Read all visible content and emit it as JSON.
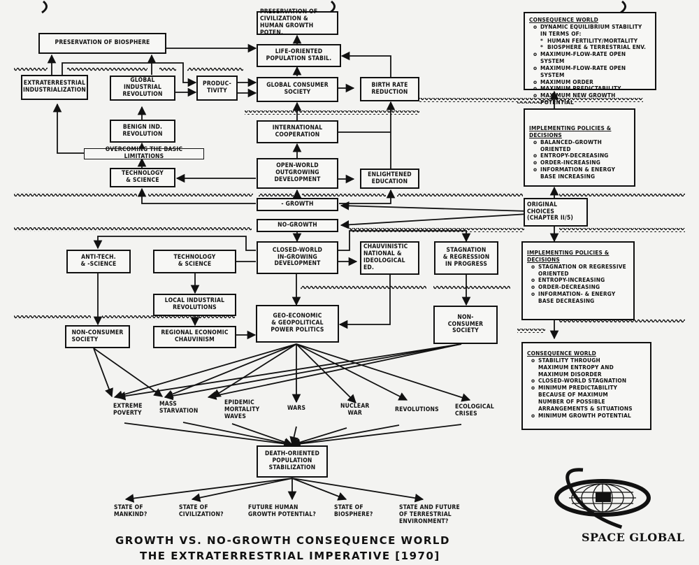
{
  "title": {
    "line1": "GROWTH VS. NO-GROWTH CONSEQUENCE WORLD",
    "line2": "THE EXTRATERRESTRIAL IMPERATIVE [1970]"
  },
  "brand": {
    "name": "SPACE GLOBAL",
    "logo_icon": "globe-orbit-logo-icon"
  },
  "growth_branch": {
    "preservation_biosphere": "PRESERVATION OF BIOSPHERE",
    "preservation_civilization": "PRESERVATION OF\nCIVILIZATION &\nHUMAN GROWTH POTEN.",
    "life_oriented": "LIFE-ORIENTED\nPOPULATION STABIL.",
    "extraterrestrial_industrialization": "EXTRATERRESTRIAL\nINDUSTRIALIZATION",
    "global_industrial_revolution": "GLOBAL\nINDUSTRIAL\nREVOLUTION",
    "productivity": "PRODUC-\nTIVITY",
    "global_consumer_society": "GLOBAL CONSUMER\nSOCIETY",
    "birth_rate_reduction": "BIRTH RATE\nREDUCTION",
    "benign_revolution": "BENIGN IND.\nREVOLUTION",
    "international_cooperation": "INTERNATIONAL\nCOOPERATION",
    "overcoming_limitations": "OVERCOMING THE BASIC LIMITATIONS",
    "technology_science": "TECHNOLOGY\n& SCIENCE",
    "open_world": "OPEN-WORLD\nOUTGROWING\nDEVELOPMENT",
    "enlightened_education": "ENLIGHTENED\nEDUCATION",
    "growth": "- GROWTH"
  },
  "choices": {
    "original_choices": "ORIGINAL\nCHOICES\n(CHAPTER II/5)",
    "no_growth": "NO-GROWTH"
  },
  "nogrowth_branch": {
    "anti_tech": "ANTI-TECH.\n& -SCIENCE",
    "technology_science": "TECHNOLOGY\n& SCIENCE",
    "closed_world": "CLOSED-WORLD\nIN-GROWING\nDEVELOPMENT",
    "chauvinistic": "CHAUVINISTIC\nNATIONAL &\nIDEOLOGICAL ED.",
    "stagnation": "STAGNATION\n& REGRESSION\nIN PROGRESS",
    "local_industrial": "LOCAL INDUSTRIAL\nREVOLUTIONS",
    "geo_economic": "GEO-ECONOMIC\n& GEOPOLITICAL\nPOWER POLITICS",
    "non_consumer_left": "NON-CONSUMER\nSOCIETY",
    "regional_chauvinism": "REGIONAL ECONOMIC\nCHAUVINISM",
    "non_consumer_right": "NON-\nCONSUMER\nSOCIETY"
  },
  "outcomes": [
    "EXTREME\nPOVERTY",
    "MASS\nSTARVATION",
    "EPIDEMIC\nMORTALITY\nWAVES",
    "WARS",
    "NUCLEAR\nWAR",
    "REVOLUTIONS",
    "ECOLOGICAL\nCRISES"
  ],
  "death_oriented": "DEATH-ORIENTED\nPOPULATION\nSTABILIZATION",
  "questions": [
    "STATE OF\nMANKIND?",
    "STATE OF\nCIVILIZATION?",
    "FUTURE HUMAN\nGROWTH POTENTIAL?",
    "STATE OF\nBIOSPHERE?",
    "STATE AND FUTURE\nOF TERRESTRIAL\nENVIRONMENT?"
  ],
  "panels": {
    "consequence_growth": {
      "title": "CONSEQUENCE WORLD",
      "items": [
        {
          "text": "DYNAMIC EQUILIBRIUM STABILITY\nIN TERMS OF:",
          "sub": false
        },
        {
          "text": "HUMAN FERTILITY/MORTALITY",
          "sub": true
        },
        {
          "text": "BIOSPHERE & TERRESTRIAL ENV.",
          "sub": true
        },
        {
          "text": "MAXIMUM-FLOW-RATE OPEN SYSTEM",
          "sub": false
        },
        {
          "text": "MAXIMUM-FLOW-RATE OPEN SYSTEM",
          "sub": false
        },
        {
          "text": "MAXIMUM ORDER",
          "sub": false
        },
        {
          "text": "MAXIMUM PREDICTABILITY",
          "sub": false
        },
        {
          "text": "MAXIMUM NEW GROWTH POTENTIAL",
          "sub": false
        }
      ]
    },
    "policies_growth": {
      "title": "IMPLEMENTING POLICIES &\nDECISIONS",
      "items": [
        {
          "text": "BALANCED-GROWTH ORIENTED",
          "sub": false
        },
        {
          "text": "ENTROPY-DECREASING",
          "sub": false
        },
        {
          "text": "ORDER-INCREASING",
          "sub": false
        },
        {
          "text": "INFORMATION & ENERGY\nBASE INCREASING",
          "sub": false
        }
      ]
    },
    "policies_nogrowth": {
      "title": "IMPLEMENTING POLICIES &\nDECISIONS",
      "items": [
        {
          "text": "STAGNATION OR REGRESSIVE\nORIENTED",
          "sub": false
        },
        {
          "text": "ENTROPY-INCREASING",
          "sub": false
        },
        {
          "text": "ORDER-DECREASING",
          "sub": false
        },
        {
          "text": "INFORMATION- & ENERGY\nBASE DECREASING",
          "sub": false
        }
      ]
    },
    "consequence_nogrowth": {
      "title": "CONSEQUENCE WORLD",
      "items": [
        {
          "text": "STABILITY THROUGH\nMAXIMUM ENTROPY AND\nMAXIMUM DISORDER",
          "sub": false
        },
        {
          "text": "CLOSED-WORLD STAGNATION",
          "sub": false
        },
        {
          "text": "MINIMUM PREDICTABILITY\nBECAUSE OF MAXIMUM\nNUMBER OF POSSIBLE\nARRANGEMENTS & SITUATIONS",
          "sub": false
        },
        {
          "text": "MINIMUM GROWTH POTENTIAL",
          "sub": false
        }
      ]
    }
  }
}
